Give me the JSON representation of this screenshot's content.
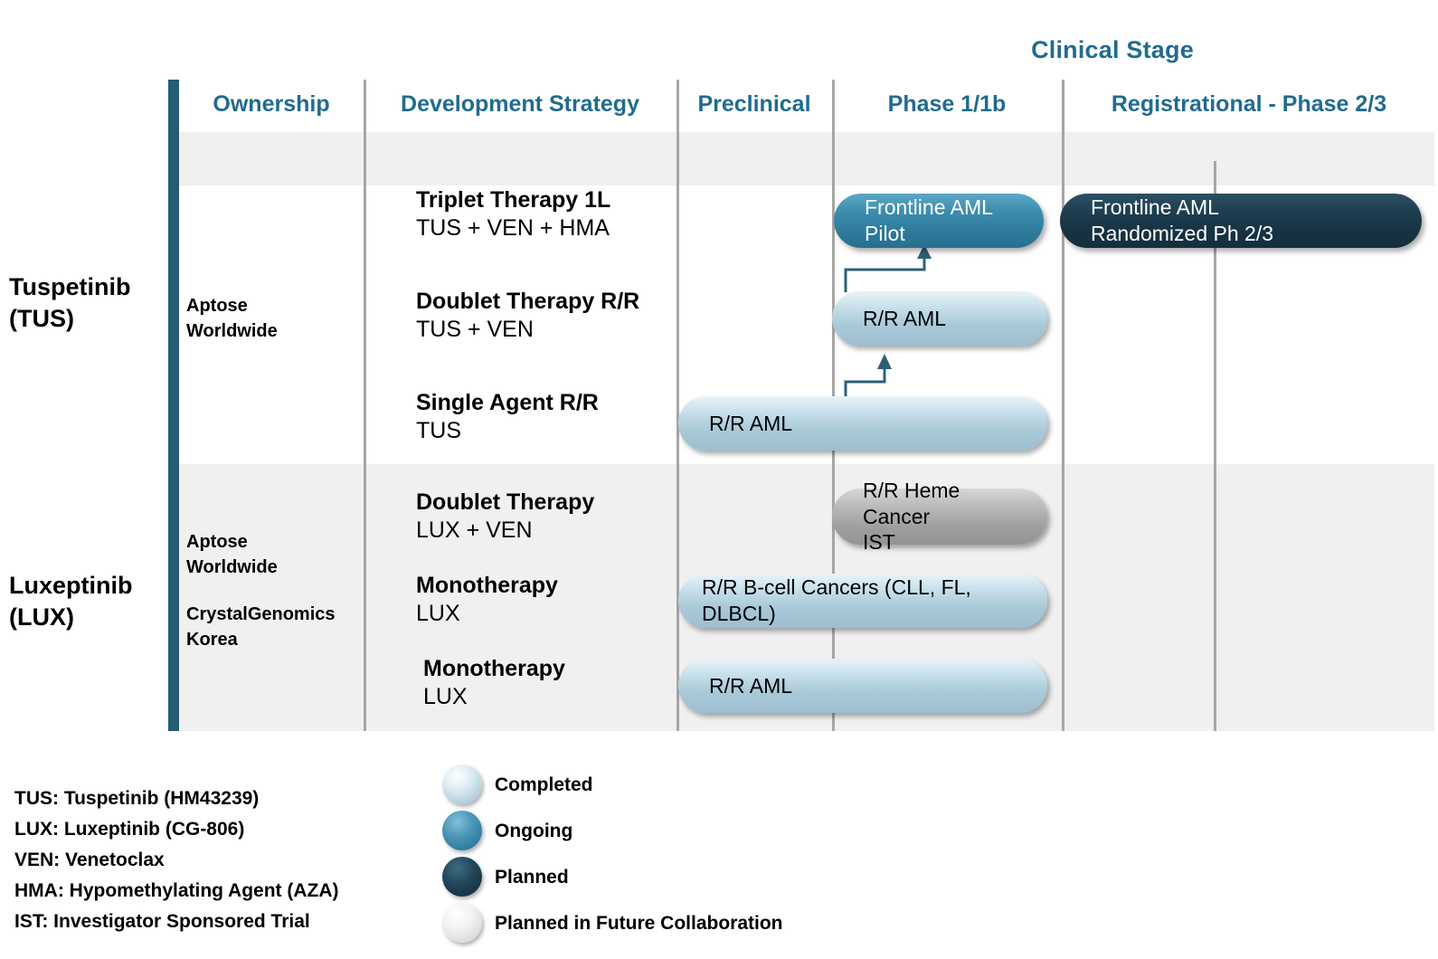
{
  "header": {
    "clinical_stage": "Clinical Stage",
    "columns": [
      {
        "key": "ownership",
        "label": "Ownership"
      },
      {
        "key": "strategy",
        "label": "Development Strategy"
      },
      {
        "key": "preclinical",
        "label": "Preclinical"
      },
      {
        "key": "phase1",
        "label": "Phase 1/1b"
      },
      {
        "key": "phase23",
        "label": "Registrational - Phase 2/3"
      }
    ]
  },
  "rows": [
    {
      "drug": "Tuspetinib\n(TUS)",
      "ownership": "Aptose\nWorldwide",
      "programs": [
        {
          "title": "Triplet Therapy 1L",
          "sub": "TUS + VEN + HMA"
        },
        {
          "title": "Doublet Therapy R/R",
          "sub": "TUS + VEN"
        },
        {
          "title": "Single Agent R/R",
          "sub": "TUS"
        }
      ]
    },
    {
      "drug": "Luxeptinib\n(LUX)",
      "ownership": "Aptose\nWorldwide",
      "ownership2": "CrystalGenomics\nKorea",
      "programs": [
        {
          "title": "Doublet Therapy",
          "sub": "LUX + VEN"
        },
        {
          "title": "Monotherapy",
          "sub": "LUX"
        },
        {
          "title": "Monotherapy",
          "sub": "LUX"
        }
      ]
    }
  ],
  "pills": [
    {
      "id": "tus-frontline-pilot",
      "text": "Frontline AML\nPilot",
      "status": "ongoing"
    },
    {
      "id": "tus-frontline-ph23",
      "text": "Frontline AML\nRandomized Ph 2/3",
      "status": "planned"
    },
    {
      "id": "tus-doublet-rr-aml",
      "text": "R/R AML",
      "status": "completed"
    },
    {
      "id": "tus-single-rr-aml",
      "text": "R/R AML",
      "status": "completed"
    },
    {
      "id": "lux-heme-ist",
      "text": "R/R Heme Cancer\nIST",
      "status": "future"
    },
    {
      "id": "lux-bcell",
      "text": "R/R B-cell Cancers (CLL, FL, DLBCL)",
      "status": "completed"
    },
    {
      "id": "lux-aml",
      "text": "R/R AML",
      "status": "completed"
    }
  ],
  "footnotes": [
    "TUS: Tuspetinib (HM43239)",
    "LUX: Luxeptinib (CG-806)",
    "VEN: Venetoclax",
    "HMA: Hypomethylating Agent (AZA)",
    "IST: Investigator Sponsored Trial"
  ],
  "legend": [
    {
      "key": "completed",
      "label": "Completed"
    },
    {
      "key": "ongoing",
      "label": "Ongoing"
    },
    {
      "key": "planned",
      "label": "Planned"
    },
    {
      "key": "future",
      "label": "Planned in Future Collaboration"
    }
  ],
  "colors": {
    "accent_teal": "#216b8f",
    "left_bar": "#255b73",
    "band": "#f0f0f0",
    "divider": "#a6a6a6",
    "completed": "#a9c9d8",
    "ongoing": "#2d7a9b",
    "planned": "#16313f",
    "future": "#9e9e9e",
    "arrow": "#2e5f77"
  }
}
